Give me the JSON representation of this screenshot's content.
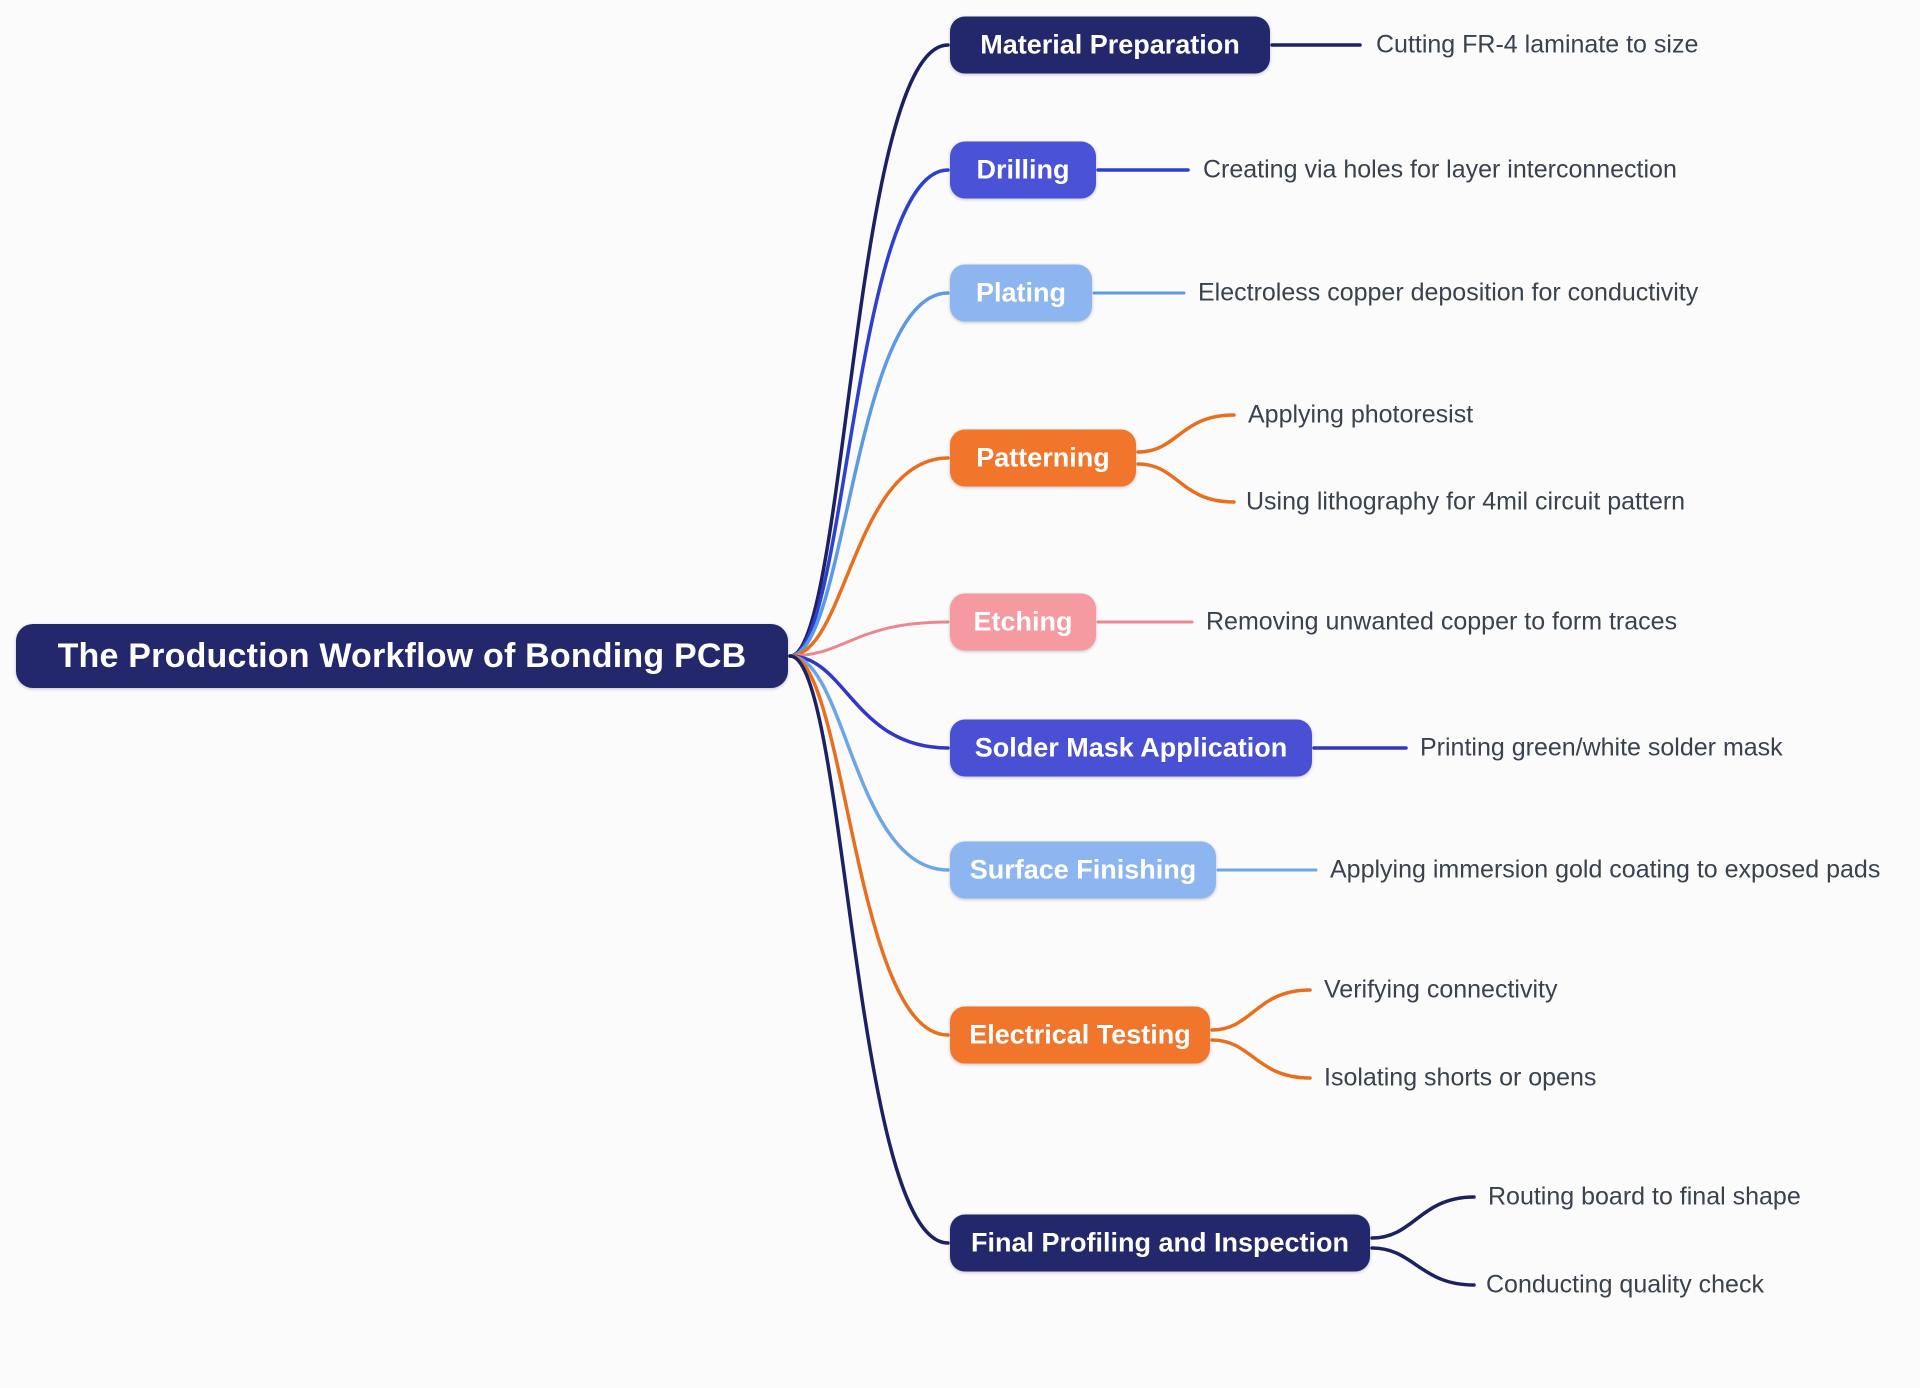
{
  "title": "The Production Workflow of Bonding PCB",
  "palette": {
    "canvas": "#fbfbfb",
    "node_text": "#ffffff",
    "detail_text": "#39424e",
    "navy": "#23276b",
    "indigo": "#4a52d6",
    "light_blue": "#8db6f0",
    "orange": "#f1752b",
    "salmon": "#f59aa0"
  },
  "root": {
    "label": "The Production Workflow of Bonding PCB",
    "fill": "#23276b"
  },
  "branches": [
    {
      "label": "Material Preparation",
      "fill": "#23276b",
      "edge": "#1c2163",
      "details": [
        "Cutting FR-4 laminate to size"
      ]
    },
    {
      "label": "Drilling",
      "fill": "#4a52d6",
      "edge": "#2c41cf",
      "details": [
        "Creating via holes for layer interconnection"
      ]
    },
    {
      "label": "Plating",
      "fill": "#8db6f0",
      "edge": "#5d9ae6",
      "details": [
        "Electroless copper deposition for conductivity"
      ]
    },
    {
      "label": "Patterning",
      "fill": "#f1752b",
      "edge": "#e96f1f",
      "details": [
        "Applying photoresist",
        "Using lithography for 4mil circuit pattern"
      ]
    },
    {
      "label": "Etching",
      "fill": "#f59aa0",
      "edge": "#ec868f",
      "details": [
        "Removing unwanted copper to form traces"
      ]
    },
    {
      "label": "Solder Mask Application",
      "fill": "#4a50d4",
      "edge": "#3137c9",
      "details": [
        "Printing green/white solder mask"
      ]
    },
    {
      "label": "Surface Finishing",
      "fill": "#8db6f0",
      "edge": "#6ba6e8",
      "details": [
        "Applying immersion gold coating to exposed pads"
      ]
    },
    {
      "label": "Electrical Testing",
      "fill": "#f1752b",
      "edge": "#e96f1f",
      "details": [
        "Verifying connectivity",
        "Isolating shorts or opens"
      ]
    },
    {
      "label": "Final Profiling and Inspection",
      "fill": "#23276b",
      "edge": "#1c2163",
      "details": [
        "Routing board to final shape",
        "Conducting quality check"
      ]
    }
  ]
}
